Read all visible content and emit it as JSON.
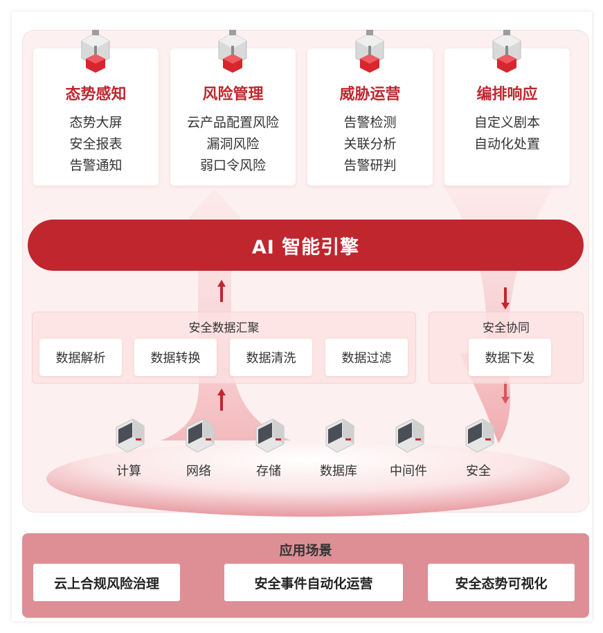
{
  "capabilities": [
    {
      "title": "态势感知",
      "items": [
        "态势大屏",
        "安全报表",
        "告警通知"
      ]
    },
    {
      "title": "风险管理",
      "items": [
        "云产品配置风险",
        "漏洞风险",
        "弱口令风险"
      ]
    },
    {
      "title": "威胁运营",
      "items": [
        "告警检测",
        "关联分析",
        "告警研判"
      ]
    },
    {
      "title": "编排响应",
      "items": [
        "自定义剧本",
        "自动化处置"
      ]
    }
  ],
  "engine": {
    "label": "AI 智能引擎"
  },
  "aggregation": {
    "title": "安全数据汇聚",
    "items": [
      "数据解析",
      "数据转换",
      "数据清洗",
      "数据过滤"
    ]
  },
  "coordination": {
    "title": "安全协同",
    "items": [
      "数据下发"
    ]
  },
  "sources": [
    "计算",
    "网络",
    "存储",
    "数据库",
    "中间件",
    "安全"
  ],
  "scenarios": {
    "title": "应用场景",
    "items": [
      "云上合规风险治理",
      "安全事件自动化运营",
      "安全态势可视化"
    ]
  },
  "colors": {
    "accent": "#c0262e",
    "panel": "#fdf0f0",
    "scenario_bg": "#dd8f95"
  }
}
